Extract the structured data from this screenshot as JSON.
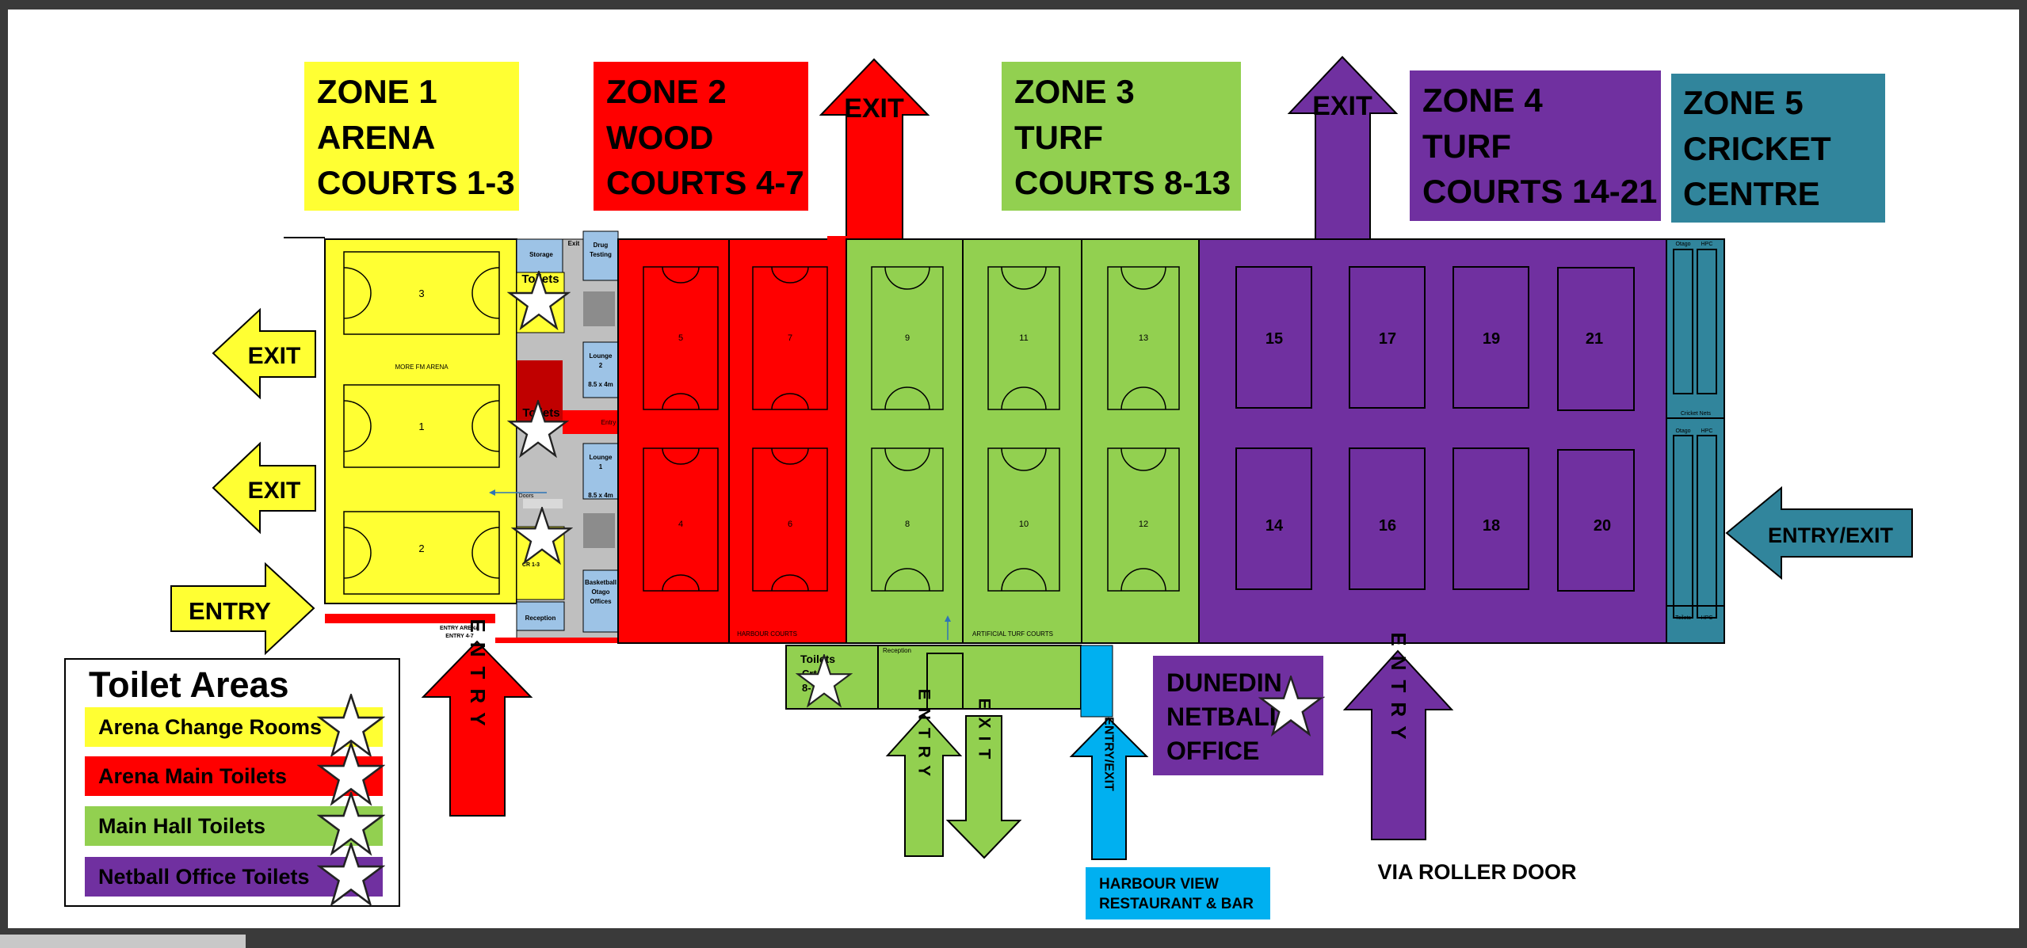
{
  "colors": {
    "yellow": "#ffff33",
    "red": "#ff0000",
    "green": "#92d050",
    "purple": "#7030a0",
    "teal": "#31859c",
    "cyan": "#00b0f0",
    "lightblue": "#9dc3e6",
    "grey": "#bfbfbf"
  },
  "zones": [
    {
      "lines": [
        "ZONE 1",
        "ARENA",
        "COURTS 1-3"
      ]
    },
    {
      "lines": [
        "ZONE 2",
        "WOOD",
        "COURTS 4-7"
      ]
    },
    {
      "lines": [
        "ZONE 3",
        "TURF",
        "COURTS 8-13"
      ]
    },
    {
      "lines": [
        "ZONE 4",
        "TURF",
        "COURTS 14-21"
      ]
    },
    {
      "lines": [
        "ZONE 5",
        "CRICKET",
        "CENTRE"
      ]
    }
  ],
  "arrows": {
    "exit_left_top": "EXIT",
    "exit_left_bottom": "EXIT",
    "entry_left": "ENTRY",
    "exit_up_red": "EXIT",
    "exit_up_purple": "EXIT",
    "entry_up_red": "ENTRY",
    "entry_up_green": "ENTRY",
    "exit_down_green": "EXIT",
    "entry_exit_cyan": "ENTRY/EXIT",
    "entry_up_purple": "ENTRY",
    "entry_exit_teal": "ENTRY/EXIT"
  },
  "courts": {
    "arena": [
      "3",
      "1",
      "2"
    ],
    "arena_name": "MORE FM ARENA",
    "wood": [
      "5",
      "7",
      "4",
      "6"
    ],
    "wood_name": "HARBOUR COURTS",
    "turf": [
      "9",
      "11",
      "13",
      "8",
      "10",
      "12"
    ],
    "turf_name": "ARTIFICIAL TURF COURTS",
    "zone4": [
      "15",
      "17",
      "19",
      "21",
      "14",
      "16",
      "18",
      "20"
    ]
  },
  "rooms": {
    "storage": "Storage",
    "exit_small": "Exit",
    "drug_testing_1": "Drug",
    "drug_testing_2": "Testing",
    "toilets_top": "Toilets",
    "toilets_mid": "Toilets",
    "lounge2_1": "Lounge",
    "lounge2_2": "2",
    "lounge2_size": "8.5 x 4m",
    "lounge1_1": "Lounge",
    "lounge1_2": "1",
    "lounge1_size": "8.5 x 4m",
    "entry_small": "Entry",
    "doors": "Doors",
    "change_rooms": "CR 1-3",
    "basketball_1": "Basketball",
    "basketball_2": "Otago",
    "basketball_3": "Offices",
    "reception": "Reception",
    "entry_arena_1": "ENTRY ARENA",
    "entry_arena_2": "ENTRY 4-7",
    "toilets_bottom_1": "Toilets",
    "toilets_bottom_2": "Crts",
    "toilets_bottom_3": "8-13",
    "reception_turf": "Reception",
    "otago_hpc_1a": "Otago",
    "otago_hpc_1b": "HPC",
    "cricket_nets": "Cricket Nets",
    "otago_hpc_2a": "Otago",
    "otago_hpc_2b": "HPC",
    "toilets_teal": "Toilets",
    "hpc_teal": "HPC"
  },
  "netball_office": [
    "DUNEDIN",
    "NETBALL",
    "OFFICE"
  ],
  "harbour_view": [
    "HARBOUR VIEW",
    "RESTAURANT & BAR"
  ],
  "roller_door": "VIA ROLLER DOOR",
  "legend": {
    "title": "Toilet Areas",
    "items": [
      "Arena Change Rooms",
      "Arena Main Toilets",
      "Main Hall Toilets",
      "Netball Office Toilets"
    ]
  }
}
